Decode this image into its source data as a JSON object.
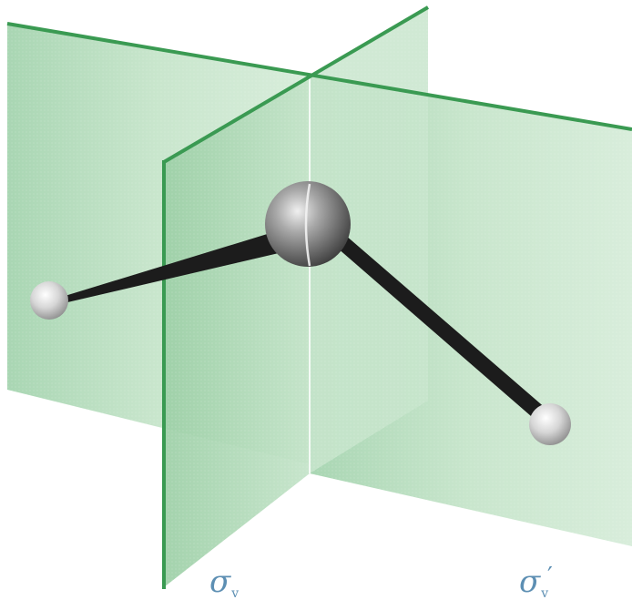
{
  "labels": {
    "sigma_v": {
      "symbol": "σ",
      "subscript": "v"
    },
    "sigma_v_prime": {
      "symbol": "σ",
      "subscript": "v",
      "prime": "′"
    }
  },
  "colors": {
    "plane_fill": "#b9dcc0",
    "plane_edge": "#3a9a52",
    "bond": "#1a1a1a",
    "label": "#5d8fb3"
  },
  "icons": {
    "central_atom": "grey-sphere",
    "terminal_atoms": "light-grey-sphere"
  }
}
